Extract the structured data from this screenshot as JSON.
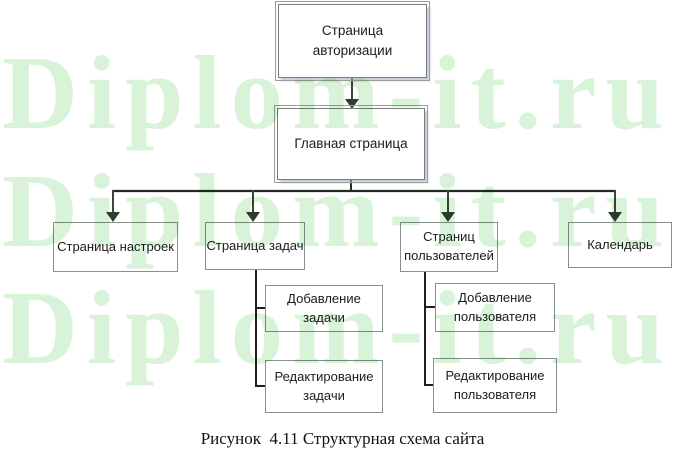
{
  "watermark": {
    "text": "Diplom-it.ru",
    "color": "#d9f3d9"
  },
  "diagram": {
    "nodes": {
      "auth": {
        "label": "Страница\nавторизации"
      },
      "main": {
        "label": "Главная страница"
      },
      "settings": {
        "label": "Страница настроек"
      },
      "tasks": {
        "label": "Страница задач"
      },
      "users": {
        "label": "Страниц\nпользователей"
      },
      "calendar": {
        "label": "Календарь"
      },
      "task_add": {
        "label": "Добавление\nзадачи"
      },
      "task_edit": {
        "label": "Редактирование\nзадачи"
      },
      "user_add": {
        "label": "Добавление\nпользователя"
      },
      "user_edit": {
        "label": "Редактирование\nпользователя"
      }
    }
  },
  "caption": {
    "text": "Рисунок  4.11 Структурная схема сайта"
  },
  "colors": {
    "watermark_green": "#d9f3d9",
    "box_border_outer": "#9d9d9d",
    "box_border_inner": "#7b7b7b",
    "child_box_border": "#85908a",
    "connector_line": "#222a22",
    "arrow_fill": "#2f3d2f",
    "text": "#1c1c1c"
  }
}
